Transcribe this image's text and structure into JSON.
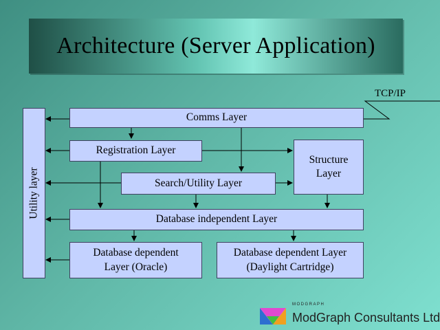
{
  "slide": {
    "title": "Architecture (Server Application)"
  },
  "diagram": {
    "tcp_label": "TCP/IP",
    "boxes": {
      "utility": "Utility layer",
      "comms": "Comms Layer",
      "registration": "Registration Layer",
      "structure": "Structure Layer",
      "search": "Search/Utility Layer",
      "db_independent": "Database independent Layer",
      "db_oracle": "Database dependent Layer (Oracle)",
      "db_daylight": "Database dependent Layer (Daylight Cartridge)"
    }
  },
  "logo": {
    "small_text": "MODGRAPH",
    "name": "ModGraph Consultants Ltd"
  }
}
